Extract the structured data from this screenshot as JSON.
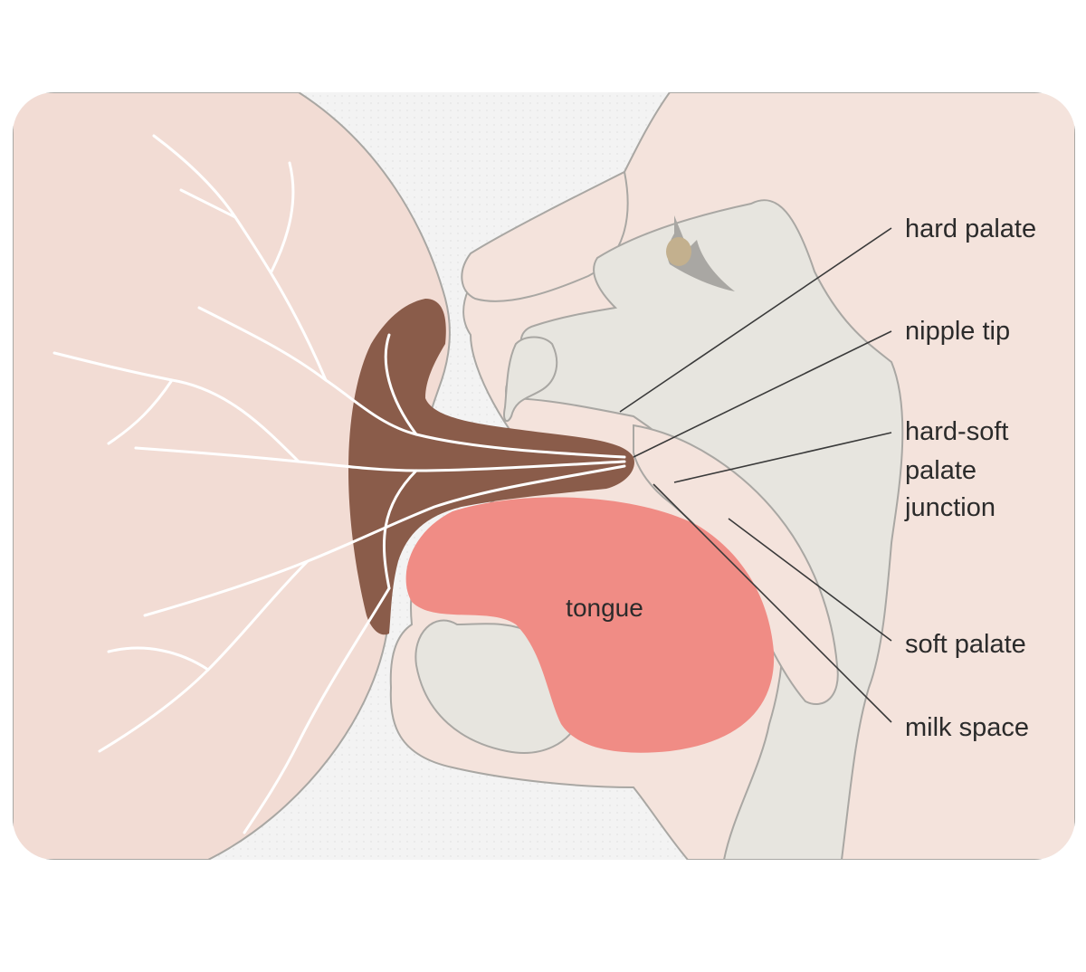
{
  "labels": {
    "hard_palate": "hard palate",
    "nipple_tip": "nipple tip",
    "junction_line1": "hard-soft",
    "junction_line2": "palate",
    "junction_line3": "junction",
    "soft_palate": "soft palate",
    "milk_space": "milk space",
    "tongue": "tongue"
  },
  "colors": {
    "background": "#f4e3dc",
    "breast": "#f2dcd4",
    "areola": "#8a5c4a",
    "tongue": "#f08c85",
    "bone": "#e7e5df",
    "outline": "#a9a7a3",
    "ducts": "#ffffff",
    "leader_lines": "#3a3a3a"
  }
}
